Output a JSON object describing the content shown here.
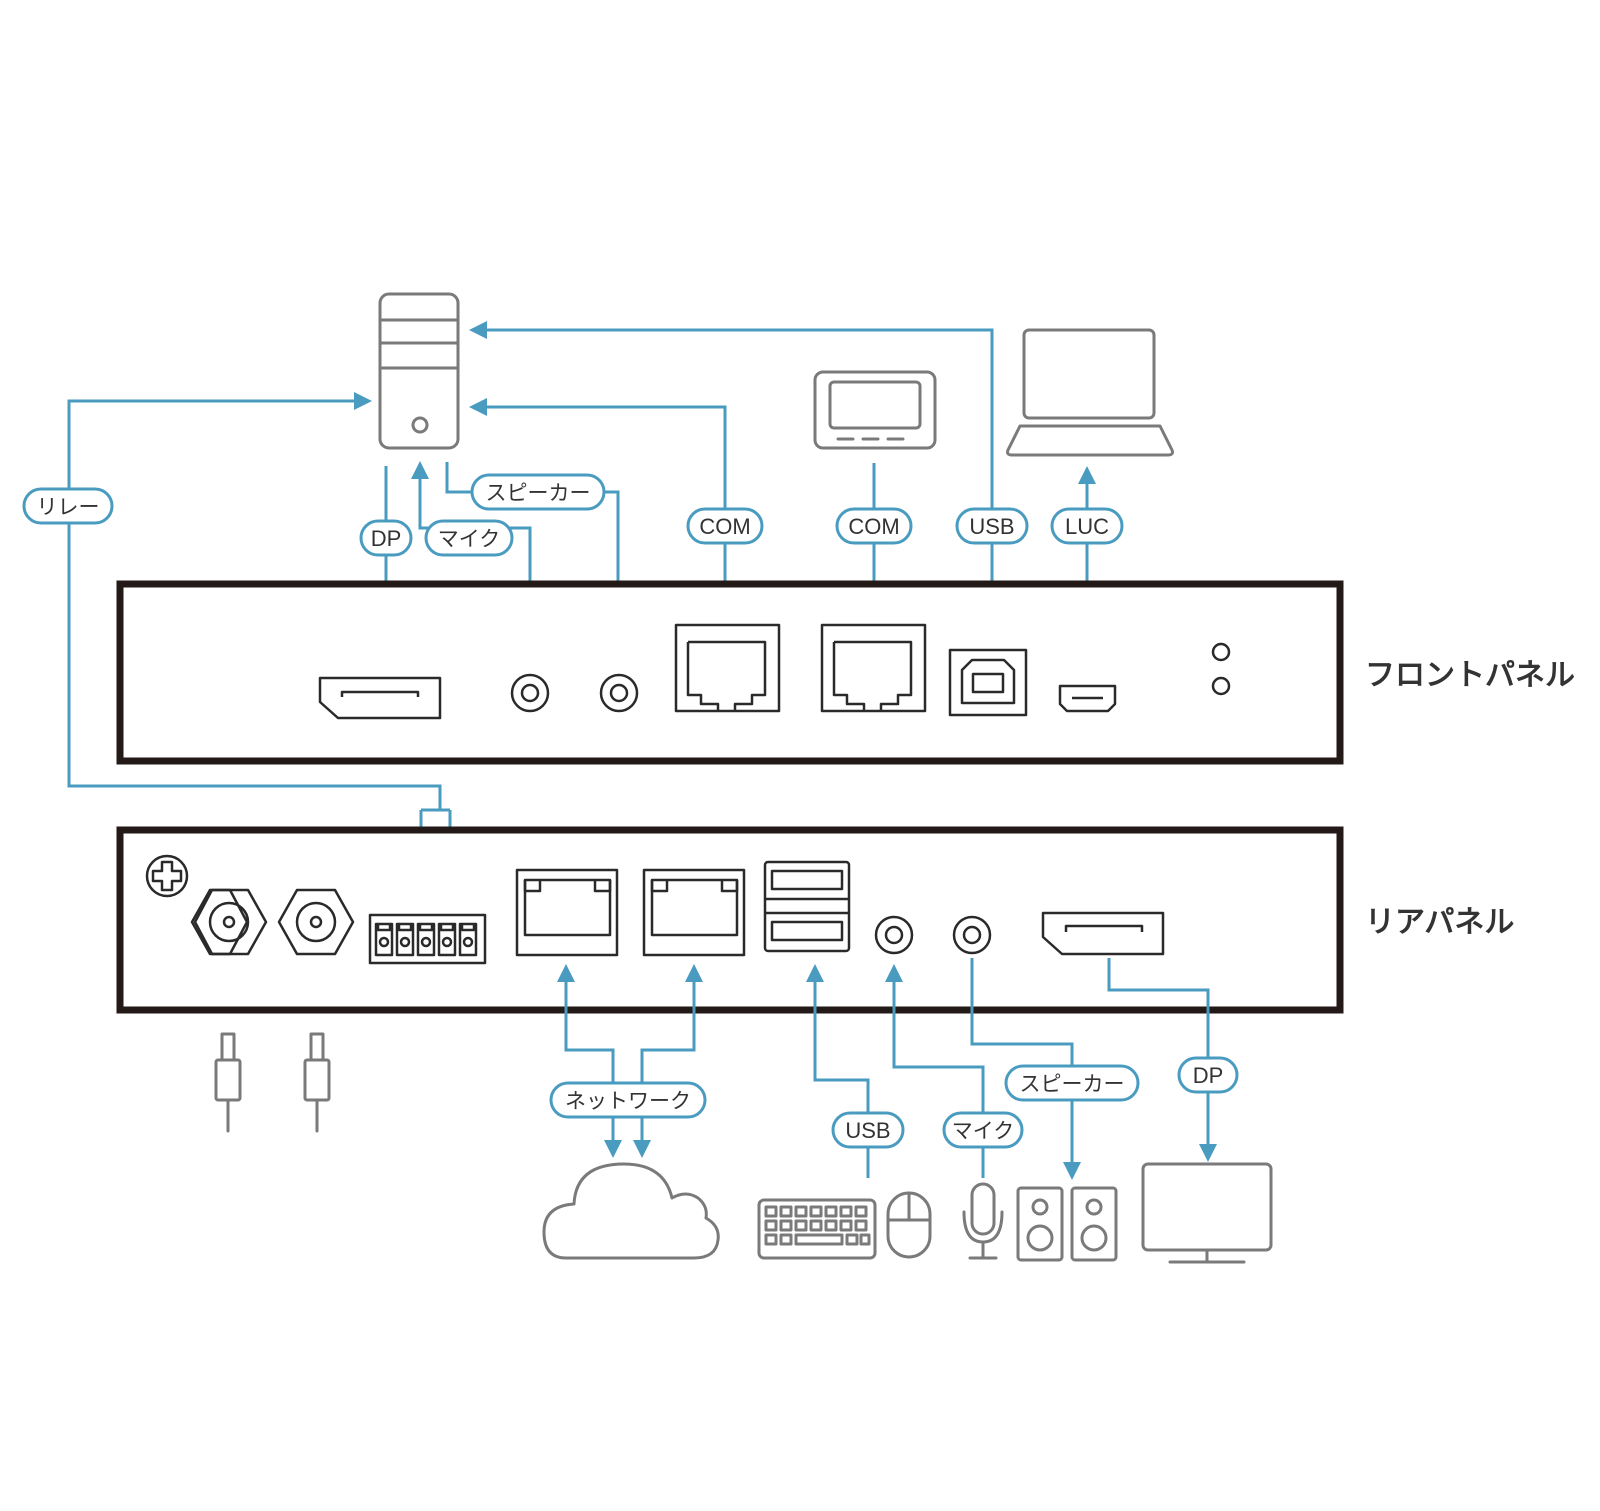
{
  "colors": {
    "connection": "#4a9bc0",
    "device_outline": "#7a7a7a",
    "panel_border": "#231a17",
    "text": "#333333"
  },
  "panels": {
    "front": {
      "title": "フロントパネル",
      "ports": [
        "DisplayPort",
        "Mic jack",
        "Speaker jack",
        "COM (RJ-45)",
        "COM (RJ-45)",
        "USB Type-B",
        "Mini USB (LUC)",
        "LED indicators"
      ]
    },
    "rear": {
      "title": "リアパネル",
      "ports": [
        "Grounding screw",
        "Antenna connector 1",
        "Antenna connector 2",
        "Relay terminal block",
        "LAN port 1",
        "LAN port 2",
        "USB Type-A x2",
        "Mic jack",
        "Speaker jack",
        "DisplayPort"
      ]
    }
  },
  "labels": {
    "relay": "リレー",
    "front_dp": "DP",
    "front_mic": "マイク",
    "front_speaker": "スピーカー",
    "front_com_pc": "COM",
    "front_com_device": "COM",
    "front_usb": "USB",
    "front_luc": "LUC",
    "rear_network": "ネットワーク",
    "rear_usb": "USB",
    "rear_mic": "マイク",
    "rear_speaker": "スピーカー",
    "rear_dp": "DP"
  },
  "devices": {
    "top": [
      "computer",
      "serial-console-device",
      "laptop"
    ],
    "bottom": [
      "antenna-1",
      "antenna-2",
      "cloud-network",
      "keyboard",
      "mouse",
      "microphone",
      "speakers",
      "monitor"
    ]
  }
}
